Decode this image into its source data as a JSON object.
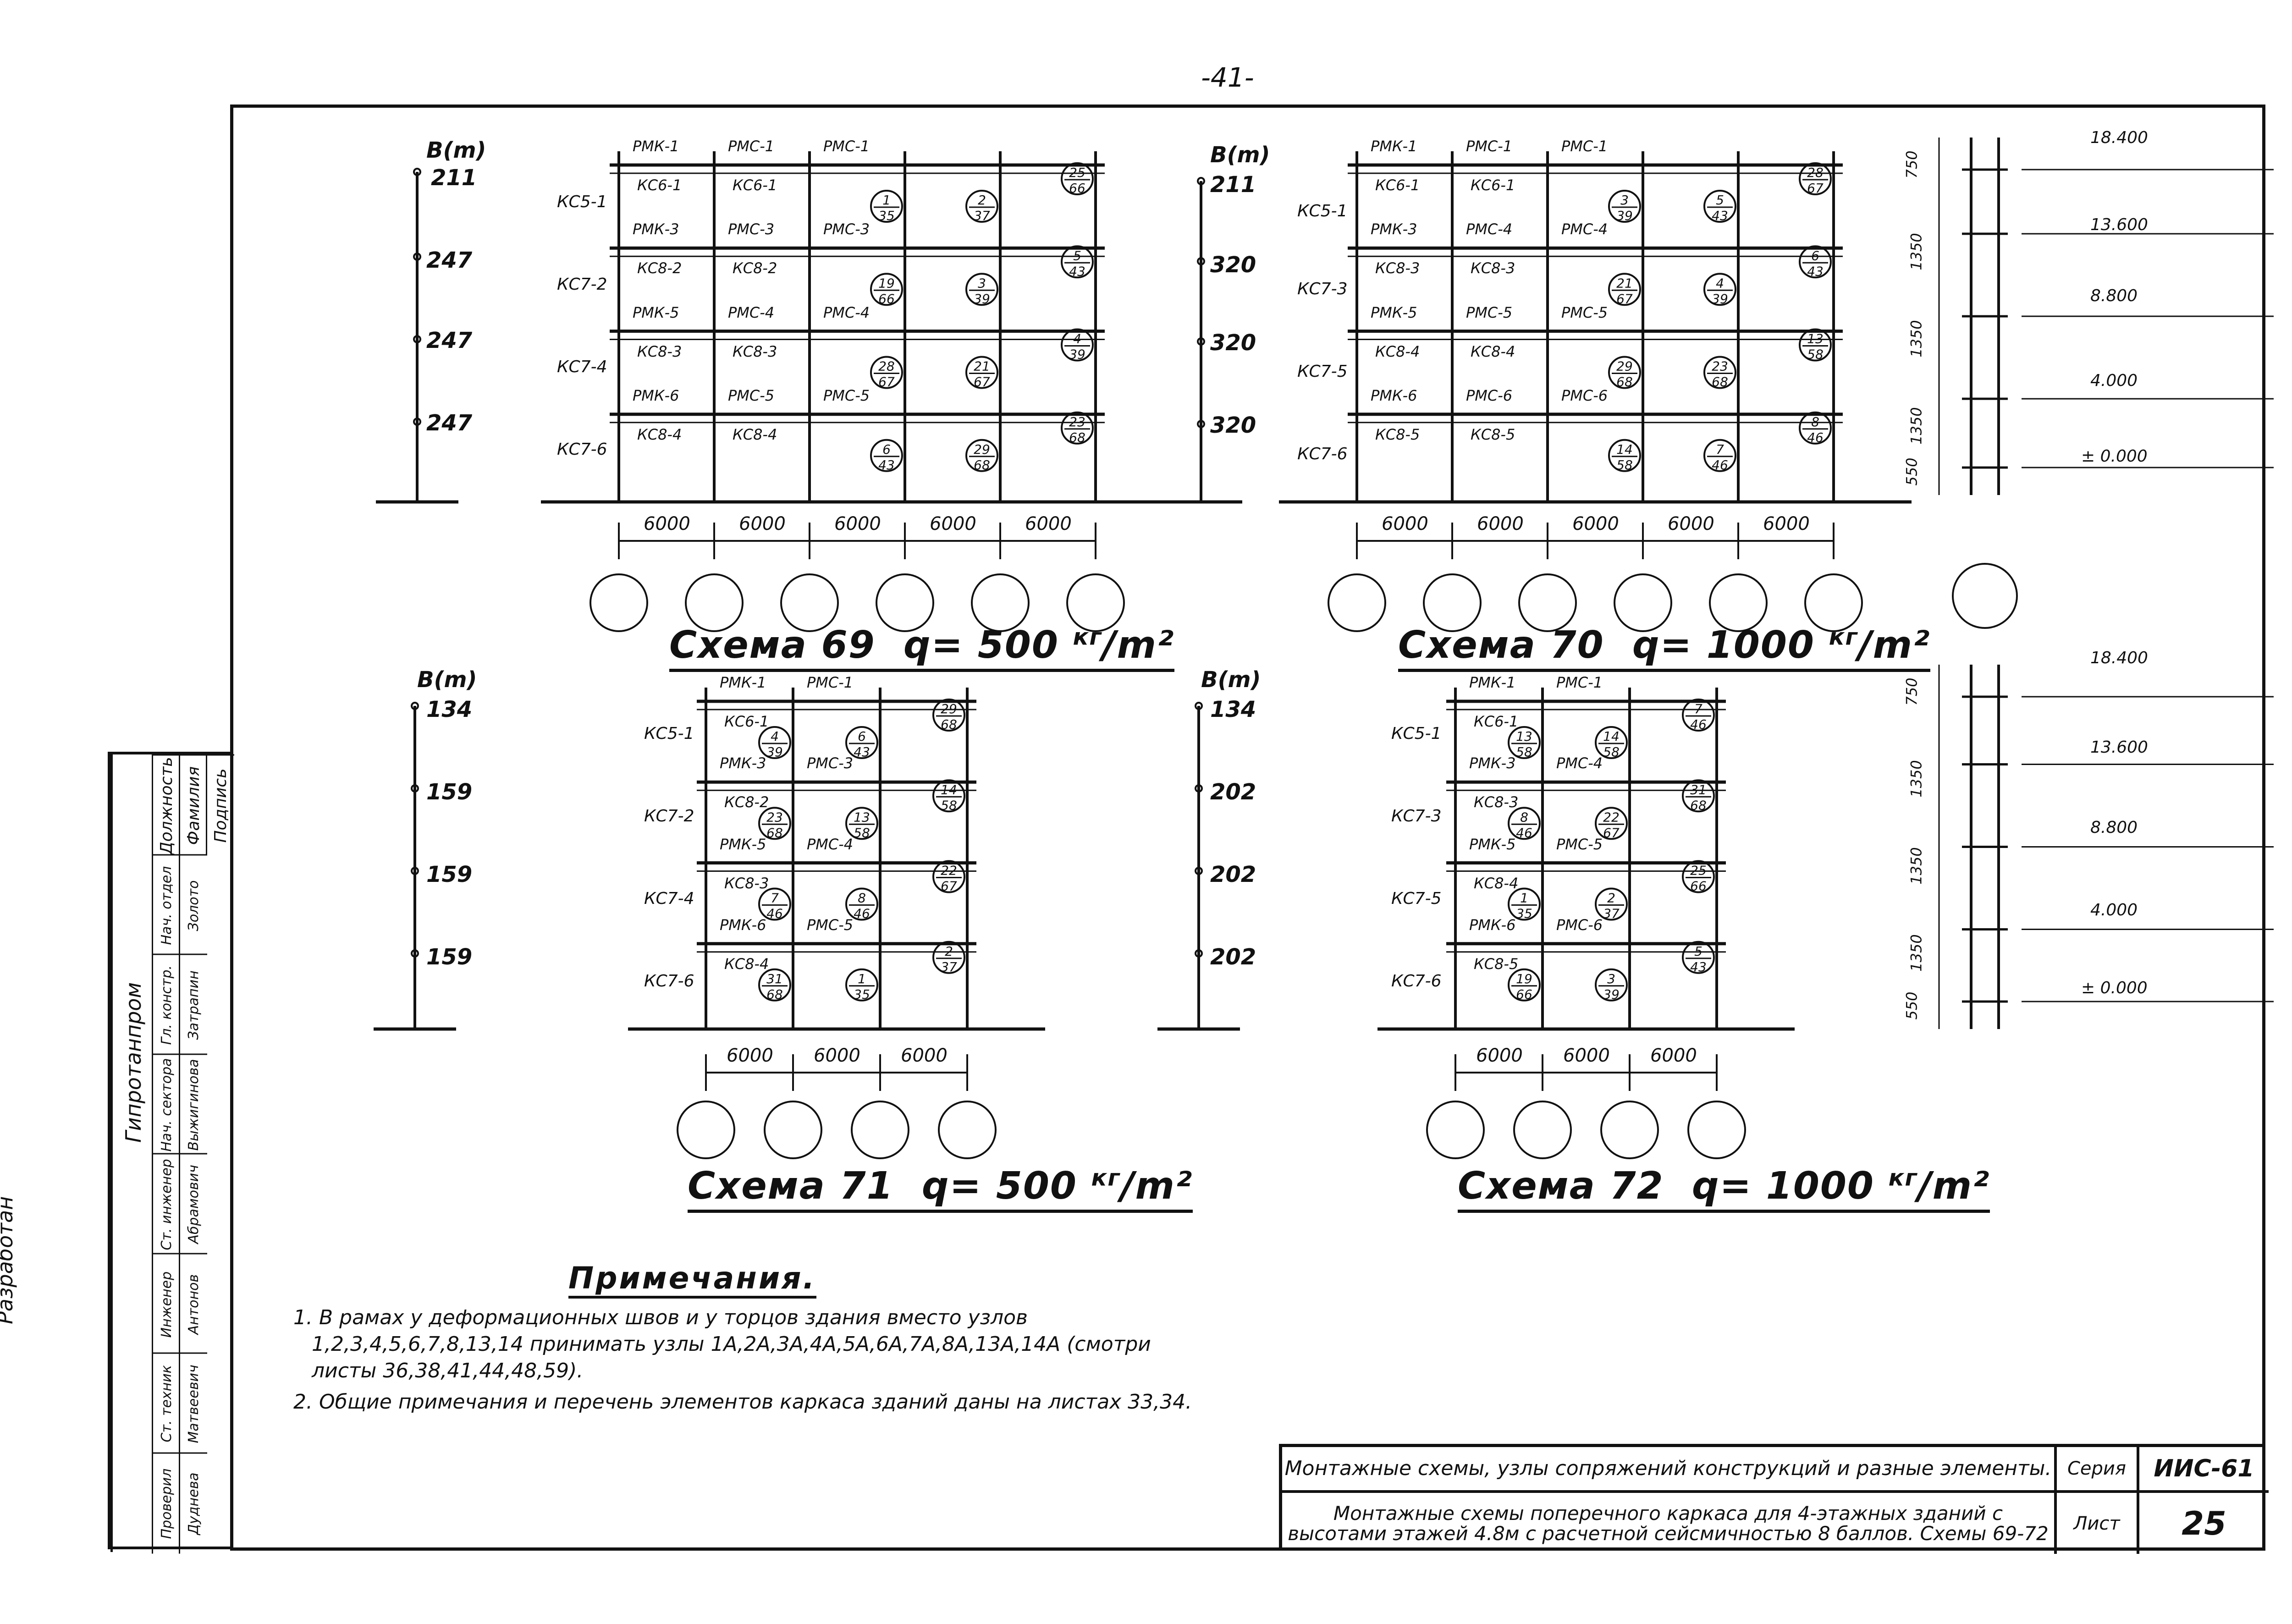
{
  "sheet_number": "-41-",
  "schemes": [
    {
      "id": "69",
      "title": "Схема 69",
      "load": "q= 500",
      "unit": "кг/m²",
      "unit_sup": "кг",
      "unit_rest": "/m²",
      "axis_title": "B(m)",
      "axis_values": [
        "211",
        "247",
        "247",
        "247"
      ],
      "spans": [
        "6000",
        "6000",
        "6000",
        "6000",
        "6000"
      ]
    },
    {
      "id": "70",
      "title": "Схема 70",
      "load": "q= 1000",
      "unit_sup": "кг",
      "unit_rest": "/m²",
      "axis_title": "B(m)",
      "axis_values": [
        "211",
        "320",
        "320",
        "320"
      ],
      "spans": [
        "6000",
        "6000",
        "6000",
        "6000",
        "6000"
      ]
    },
    {
      "id": "71",
      "title": "Схема 71",
      "load": "q= 500",
      "unit_sup": "кг",
      "unit_rest": "/m²",
      "axis_title": "B(m)",
      "axis_values": [
        "134",
        "159",
        "159",
        "159"
      ],
      "spans": [
        "6000",
        "6000",
        "6000"
      ]
    },
    {
      "id": "72",
      "title": "Схема 72",
      "load": "q= 1000",
      "unit_sup": "кг",
      "unit_rest": "/m²",
      "axis_title": "B(m)",
      "axis_values": [
        "134",
        "202",
        "202",
        "202"
      ],
      "spans": [
        "6000",
        "6000",
        "6000"
      ]
    }
  ],
  "frame_labels": {
    "s69_left": [
      "КС5-1",
      "КС7-2",
      "КС7-4",
      "КС7-6"
    ],
    "s69_beams": [
      "РМК-1",
      "РМС-1",
      "РМС-1",
      "РМК-3",
      "РМС-3",
      "РМС-3",
      "РМК-5",
      "РМС-4",
      "РМС-4",
      "РМК-6",
      "РМС-5",
      "РМС-5"
    ],
    "s69_cols": [
      "КС6-1",
      "КС6-1",
      "КС8-2",
      "КС8-2",
      "КС8-3",
      "КС8-3",
      "КС8-4",
      "КС8-4"
    ],
    "s70_left": [
      "КС5-1",
      "КС7-3",
      "КС7-5",
      "КС7-6"
    ],
    "s70_beams": [
      "РМК-1",
      "РМС-1",
      "РМС-1",
      "РМК-3",
      "РМС-4",
      "РМС-4",
      "РМК-5",
      "РМС-5",
      "РМС-5",
      "РМК-6",
      "РМС-6",
      "РМС-6"
    ],
    "s70_cols": [
      "КС6-1",
      "КС6-1",
      "КС8-3",
      "КС8-3",
      "КС8-4",
      "КС8-4",
      "КС8-5",
      "КС8-5"
    ],
    "s71_left": [
      "КС5-1",
      "КС7-2",
      "КС7-4",
      "КС7-6"
    ],
    "s71_beams": [
      "РМК-1",
      "РМС-1",
      "РМК-3",
      "РМС-3",
      "РМК-5",
      "РМС-4",
      "РМК-6",
      "РМС-5"
    ],
    "s71_cols": [
      "КС6-1",
      "КС8-2",
      "КС8-3",
      "КС8-4"
    ],
    "s72_left": [
      "КС5-1",
      "КС7-3",
      "КС7-5",
      "КС7-6"
    ],
    "s72_beams": [
      "РМК-1",
      "РМС-1",
      "РМК-3",
      "РМС-4",
      "РМК-5",
      "РМС-5",
      "РМК-6",
      "РМС-6"
    ],
    "s72_cols": [
      "КС6-1",
      "КС8-3",
      "КС8-4",
      "КС8-5"
    ]
  },
  "node_refs": [
    "1/35",
    "2/37",
    "25/66",
    "19/66",
    "3/39",
    "5/43",
    "28/67",
    "21/67",
    "4/39",
    "6/43",
    "29/68",
    "23/68",
    "13/58",
    "14/58",
    "7/46",
    "8/46",
    "22/67",
    "31/68"
  ],
  "elevations": [
    "18.400",
    "13.600",
    "8.800",
    "4.000",
    "± 0.000"
  ],
  "elevations_lower": [
    "18.400",
    "13.600",
    "8.800",
    "4.000",
    "± 0.000"
  ],
  "section_dims": [
    "750",
    "1350",
    "1350",
    "1350",
    "550"
  ],
  "notes": {
    "title": "Примечания.",
    "items": [
      "1. В рамах у деформационных швов и у торцов здания вместо узлов 1,2,3,4,5,6,7,8,13,14 принимать узлы 1А,2А,3А,4А,5А,6А,7А,8А,13А,14А (смотри листы 36,38,41,44,48,59).",
      "2. Общие примечания и перечень элементов каркаса зданий даны на листах 33,34."
    ]
  },
  "title_block": {
    "top_text": "Монтажные схемы, узлы сопряжений конструкций и разные элементы.",
    "bottom_text": "Монтажные схемы поперечного каркаса для 4-этажных зданий с высотами этажей 4.8м с расчетной сейсмичностью 8 баллов. Схемы 69-72",
    "series_label": "Серия",
    "series_value": "ИИС-61",
    "sheet_label": "Лист",
    "sheet_value": "25"
  },
  "stamp": {
    "org1": "Разработан",
    "org2": "Гипротанпром",
    "headers": [
      "Должность",
      "Фамилия",
      "Подпись"
    ],
    "rows": [
      [
        "Нач. отдел",
        "Золото"
      ],
      [
        "Гл. констр.",
        "Затрапин"
      ],
      [
        "Нач. сектора",
        "Выжигинова"
      ],
      [
        "Ст. инженер",
        "Абрамович"
      ],
      [
        "Инженер",
        "Антонов"
      ],
      [
        "Ст. техник",
        "Матвеевич"
      ],
      [
        "Проверил",
        "Дуднева"
      ]
    ]
  }
}
